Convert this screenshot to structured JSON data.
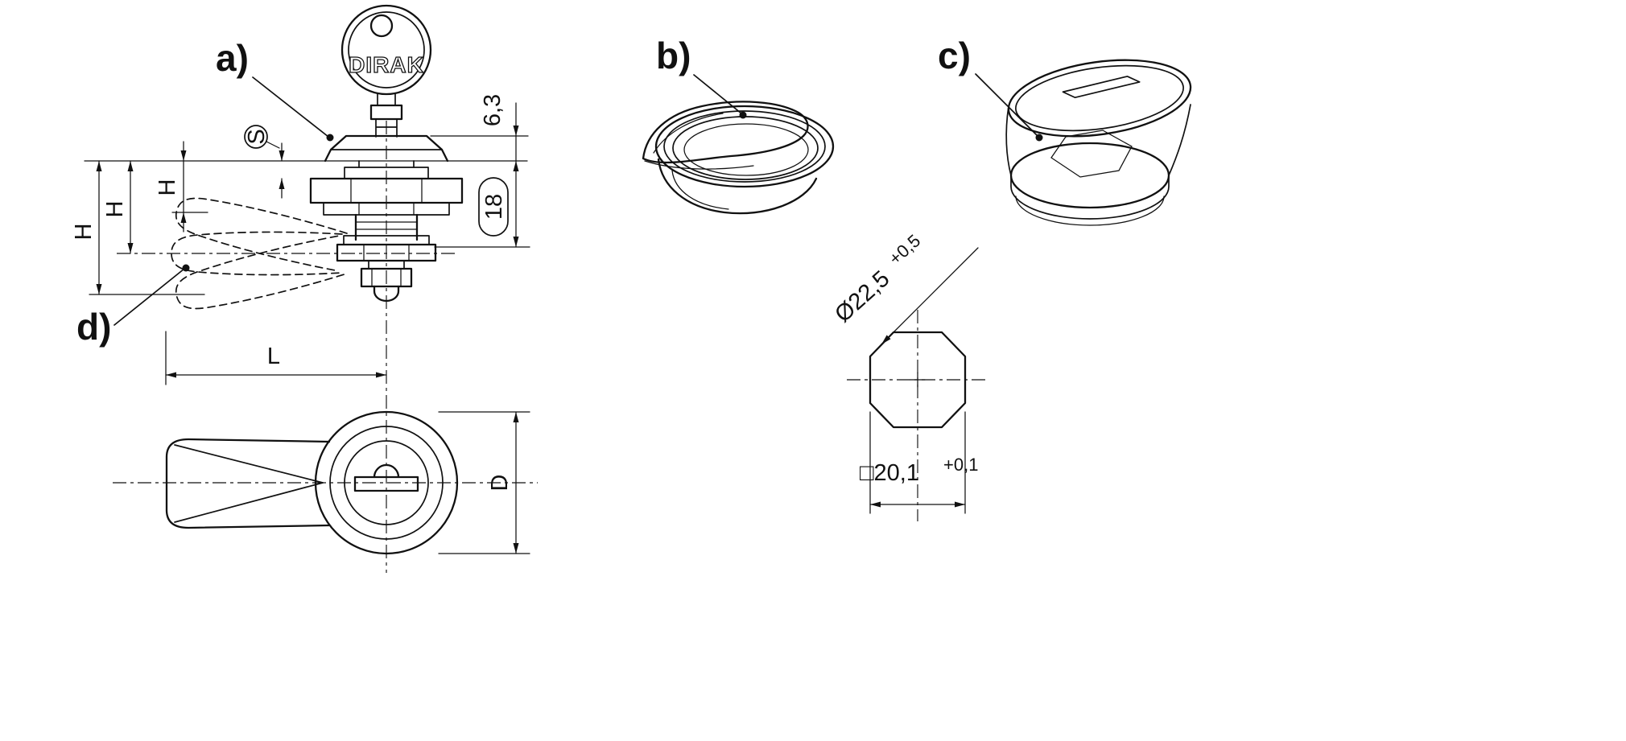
{
  "drawing": {
    "brand": "DIRAK",
    "callouts": {
      "a": "a)",
      "b": "b)",
      "c": "c)",
      "d": "d)"
    },
    "dims": {
      "head_height": "6,3",
      "panel_symbol": "S",
      "nut_grip": "18",
      "h": "H",
      "length": "L",
      "diameter": "D",
      "cutout_dia": "Ø22,5",
      "cutout_dia_tol": "+0,5",
      "cutout_square": "□20,1",
      "cutout_square_tol": "+0,1"
    }
  }
}
